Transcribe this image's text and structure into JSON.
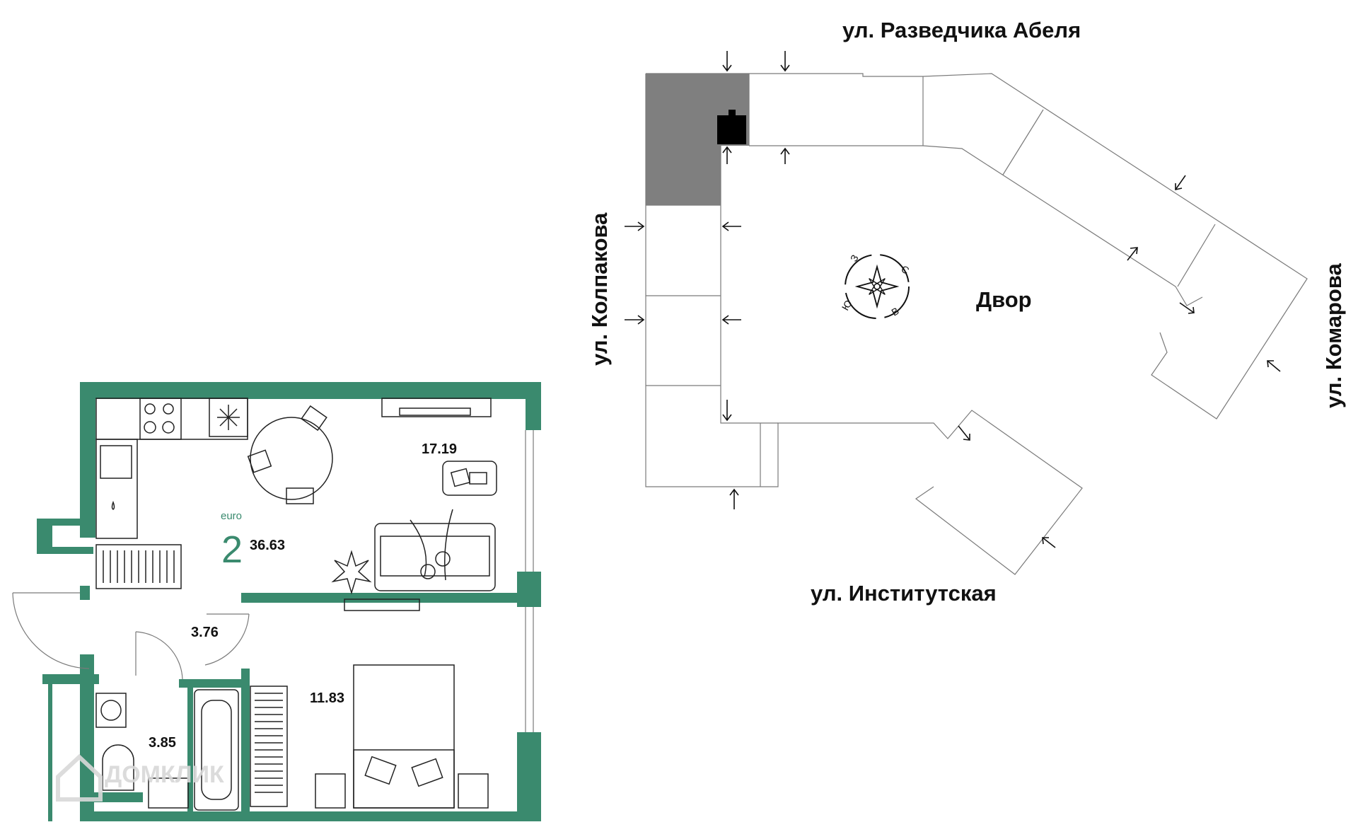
{
  "colors": {
    "wall": "#3a8a6e",
    "accent_text": "#3a8a6e",
    "section_highlight": "#7f7f7f",
    "entrance_marker": "#000000",
    "building_outline": "#7a7a7a"
  },
  "streets": {
    "north": "ул. Разведчика Абеля",
    "west": "ул. Колпакова",
    "east": "ул. Комарова",
    "south": "ул. Институтская"
  },
  "yard_label": "Двор",
  "compass": {
    "n": "С",
    "e": "В",
    "s": "Ю",
    "w": "З"
  },
  "apartment": {
    "type": "euro",
    "rooms": "2",
    "total_area": "36.63",
    "room_areas": {
      "kitchen_living": "17.19",
      "hall": "3.76",
      "bathroom": "3.85",
      "bedroom": "11.83"
    }
  },
  "watermark": "ДОМКЛИК",
  "icons": [
    "compass-rose-icon",
    "entrance-arrow-icon",
    "stove-icon",
    "fridge-icon",
    "sink-icon",
    "radiator-icon",
    "tv-icon",
    "sofa-icon",
    "bed-icon",
    "bathtub-icon",
    "toilet-icon",
    "washing-machine-icon",
    "plant-icon",
    "dining-table-icon"
  ]
}
